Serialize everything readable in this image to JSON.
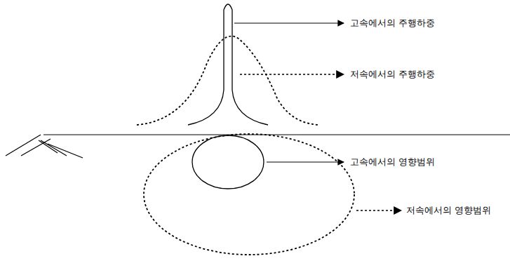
{
  "diagram": {
    "labels": [
      "고속에서의 주행하중",
      "저속에서의 주행하중",
      "고속에서의 영향범위",
      "저속에서의 영향범위"
    ]
  }
}
